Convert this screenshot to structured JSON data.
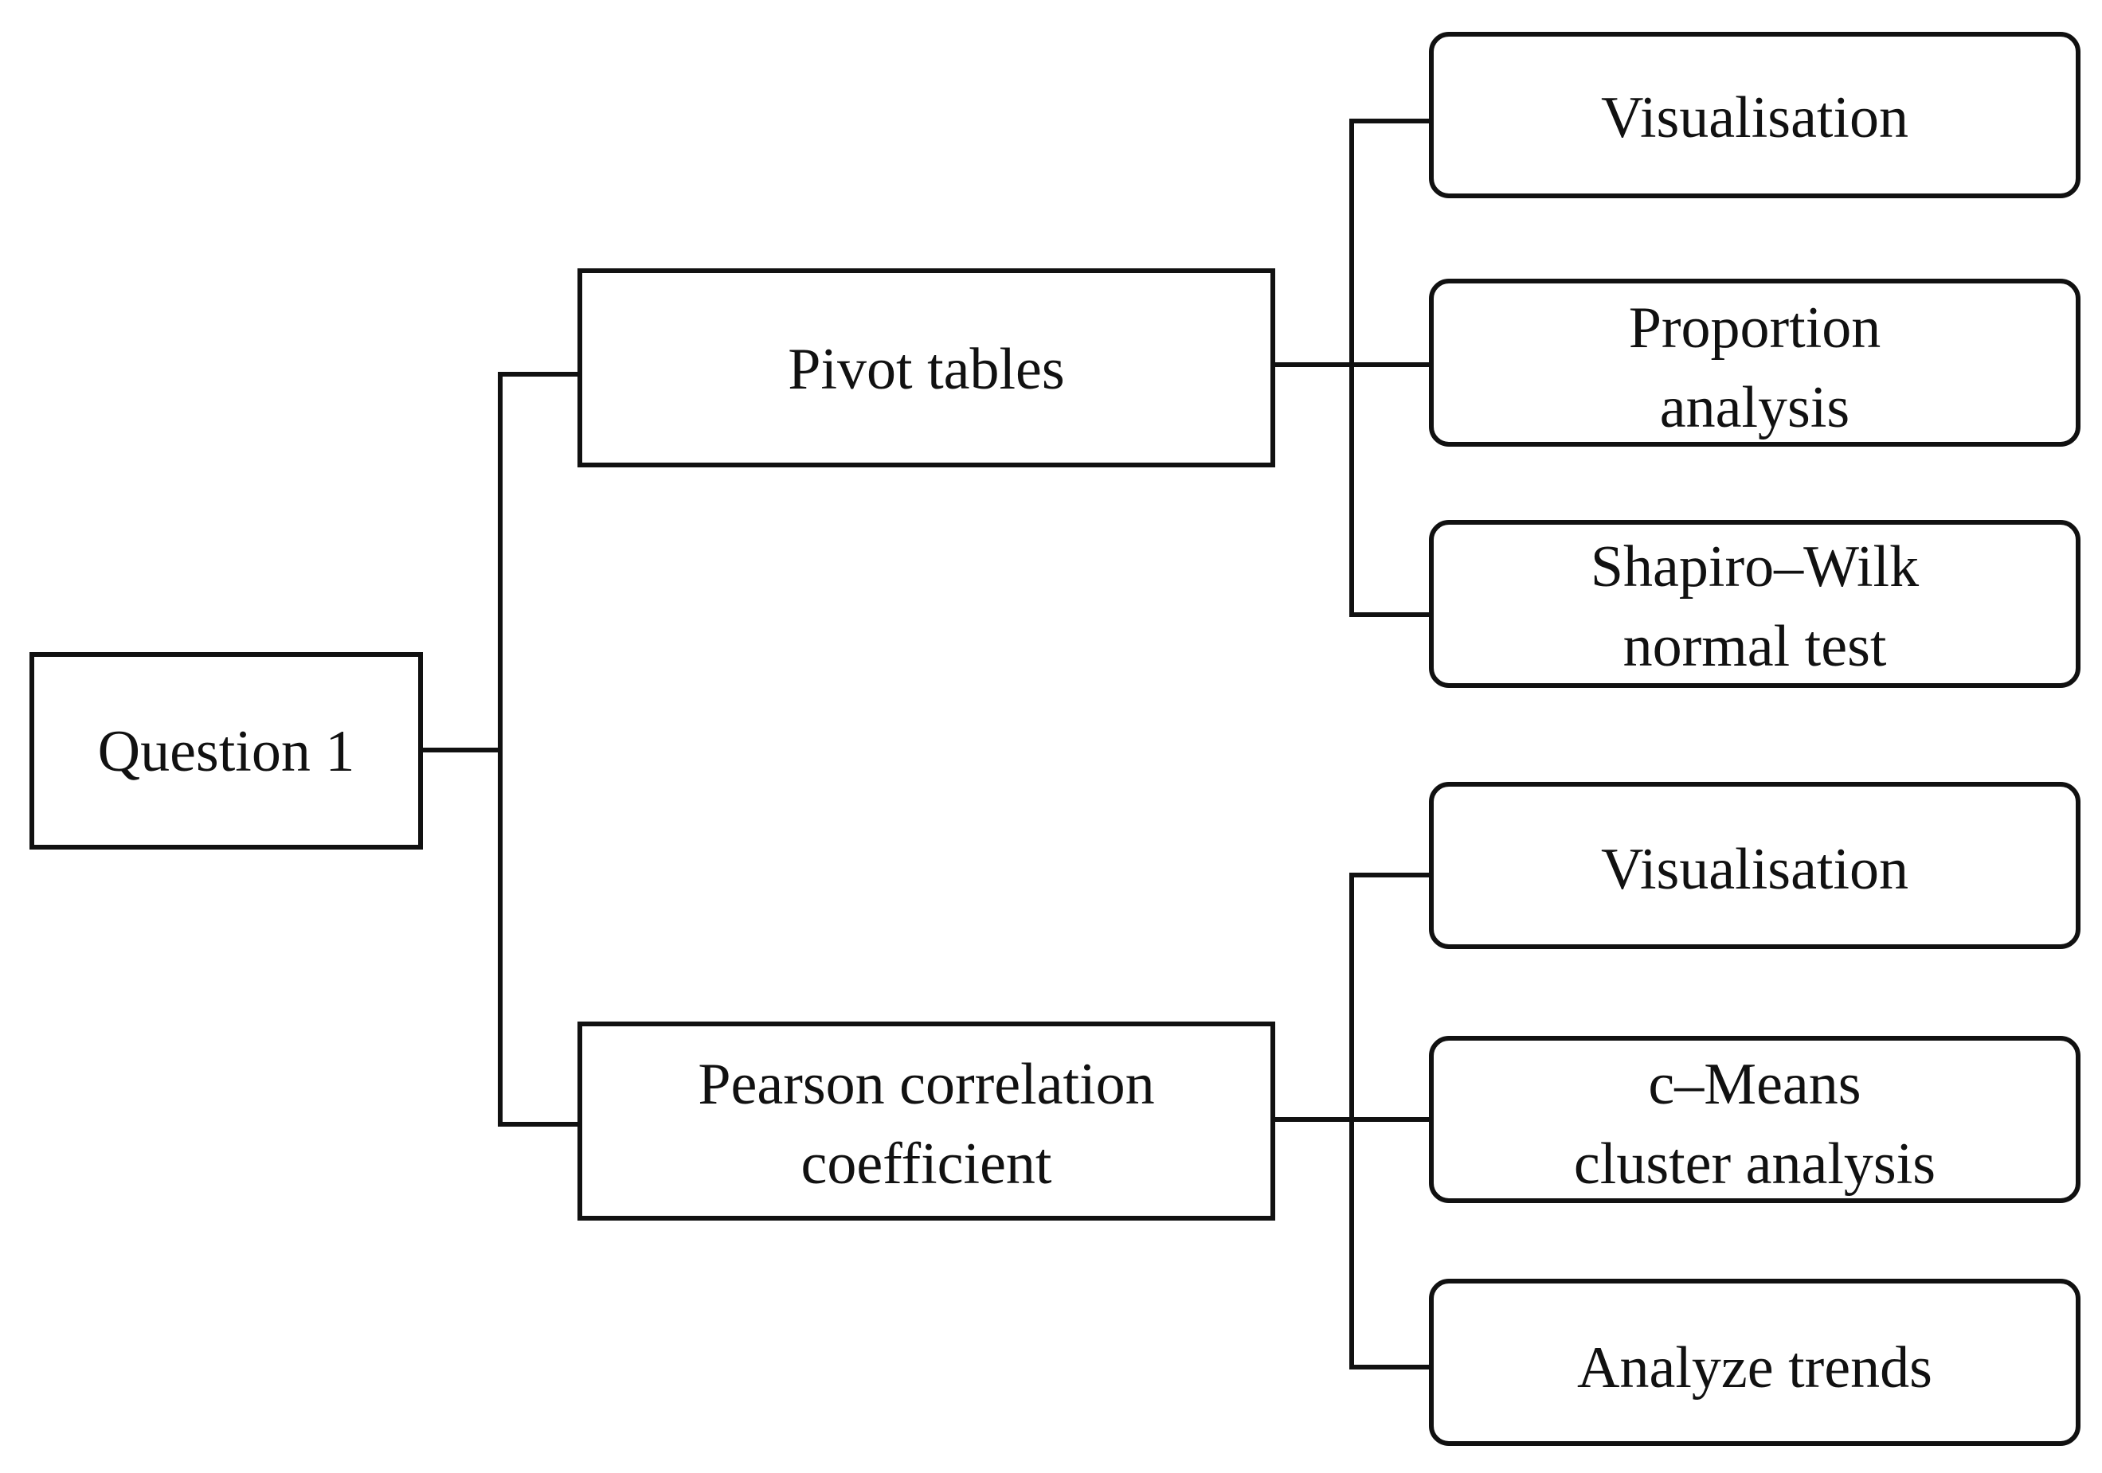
{
  "root": {
    "label": "Question 1"
  },
  "methods": [
    {
      "label_lines": [
        "Pivot tables"
      ],
      "children": [
        {
          "label_lines": [
            "Visualisation"
          ]
        },
        {
          "label_lines": [
            "Proportion",
            "analysis"
          ]
        },
        {
          "label_lines": [
            "Shapiro–Wilk",
            "normal test"
          ]
        }
      ]
    },
    {
      "label_lines": [
        "Pearson correlation",
        "coefficient"
      ],
      "children": [
        {
          "label_lines": [
            "Visualisation"
          ]
        },
        {
          "label_lines": [
            "c–Means",
            "cluster analysis"
          ]
        },
        {
          "label_lines": [
            "Analyze trends"
          ]
        }
      ]
    }
  ],
  "colors": {
    "line": "#111111",
    "box_fill": "#ffffff",
    "background": "#ffffff"
  }
}
